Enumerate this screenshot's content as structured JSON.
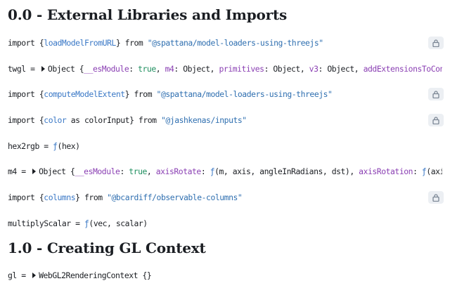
{
  "sections": [
    {
      "title": "0.0 - External Libraries and Imports"
    },
    {
      "title": "1.0 - Creating GL Context"
    }
  ],
  "cells": {
    "c1": {
      "kw": "import",
      "open": "{",
      "name": "loadModelFromURL",
      "close": "}",
      "from": "from",
      "source": "\"@spattana/model-loaders-using-threejs\"",
      "lock_icon": "lock-icon"
    },
    "c2": {
      "var": "twgl",
      "eq": "=",
      "type": "Object {",
      "k1": "__esModule",
      "c1": ":",
      "v1": "true",
      "s1": ",",
      "k2": "m4",
      "v2": ": Object,",
      "k3": "primitives",
      "v3": ": Object,",
      "k4": "v3",
      "v4": ": Object,",
      "k5": "addExtensionsToCon"
    },
    "c3": {
      "kw": "import",
      "open": "{",
      "name": "computeModelExtent",
      "close": "}",
      "from": "from",
      "source": "\"@spattana/model-loaders-using-threejs\""
    },
    "c4": {
      "kw": "import",
      "open": "{",
      "name": "color",
      "rest": "as colorInput}",
      "from": "from",
      "source": "\"@jashkenas/inputs\""
    },
    "c5": {
      "var": "hex2rgb",
      "eq": "=",
      "f": "ƒ",
      "args": "(hex)"
    },
    "c6": {
      "var": "m4",
      "eq": "=",
      "type": "Object {",
      "k1": "__esModule",
      "c1": ":",
      "v1": "true",
      "s1": ",",
      "k2": "axisRotate",
      "c2": ":",
      "f2": "ƒ",
      "a2": "(m, axis, angleInRadians, dst),",
      "k3": "axisRotation",
      "c3": ":",
      "f3": "ƒ",
      "a3": "(axi"
    },
    "c7": {
      "kw": "import",
      "open": "{",
      "name": "columns",
      "close": "}",
      "from": "from",
      "source": "\"@bcardiff/observable-columns\""
    },
    "c8": {
      "var": "multiplyScalar",
      "eq": "=",
      "f": "ƒ",
      "args": "(vec, scalar)"
    },
    "c9": {
      "var": "gl",
      "eq": "=",
      "type": "WebGL2RenderingContext {}"
    }
  }
}
